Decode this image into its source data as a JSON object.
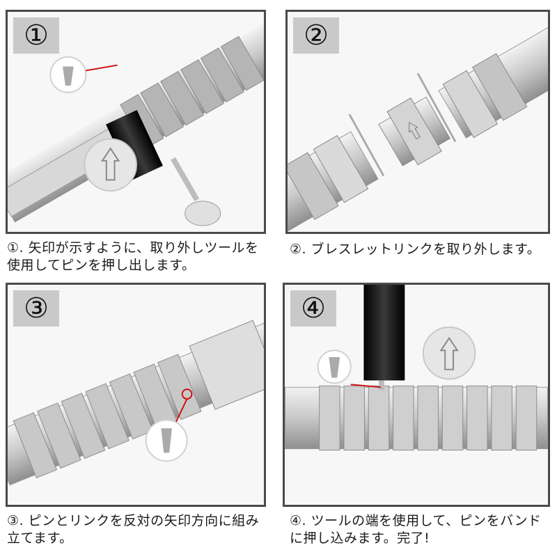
{
  "steps": [
    {
      "number": "①",
      "caption": "①. 矢印が示すように、取り外しツールを使用してピンを押し出します。"
    },
    {
      "number": "②",
      "caption": "②. ブレスレットリンクを取り外します。"
    },
    {
      "number": "③",
      "caption": "③. ピンとリンクを反対の矢印方向に組み立てます。"
    },
    {
      "number": "④",
      "caption": "④. ツールの端を使用して、ピンをバンドに押し込みます。完了!"
    }
  ],
  "colors": {
    "panel_border": "#4a4a4a",
    "badge_bg": "#c9c9c9",
    "metal_light": "#e6e6e6",
    "metal_dark": "#9a9a9a",
    "tool_black": "#1c1c1c",
    "pointer_red": "#d01010"
  }
}
